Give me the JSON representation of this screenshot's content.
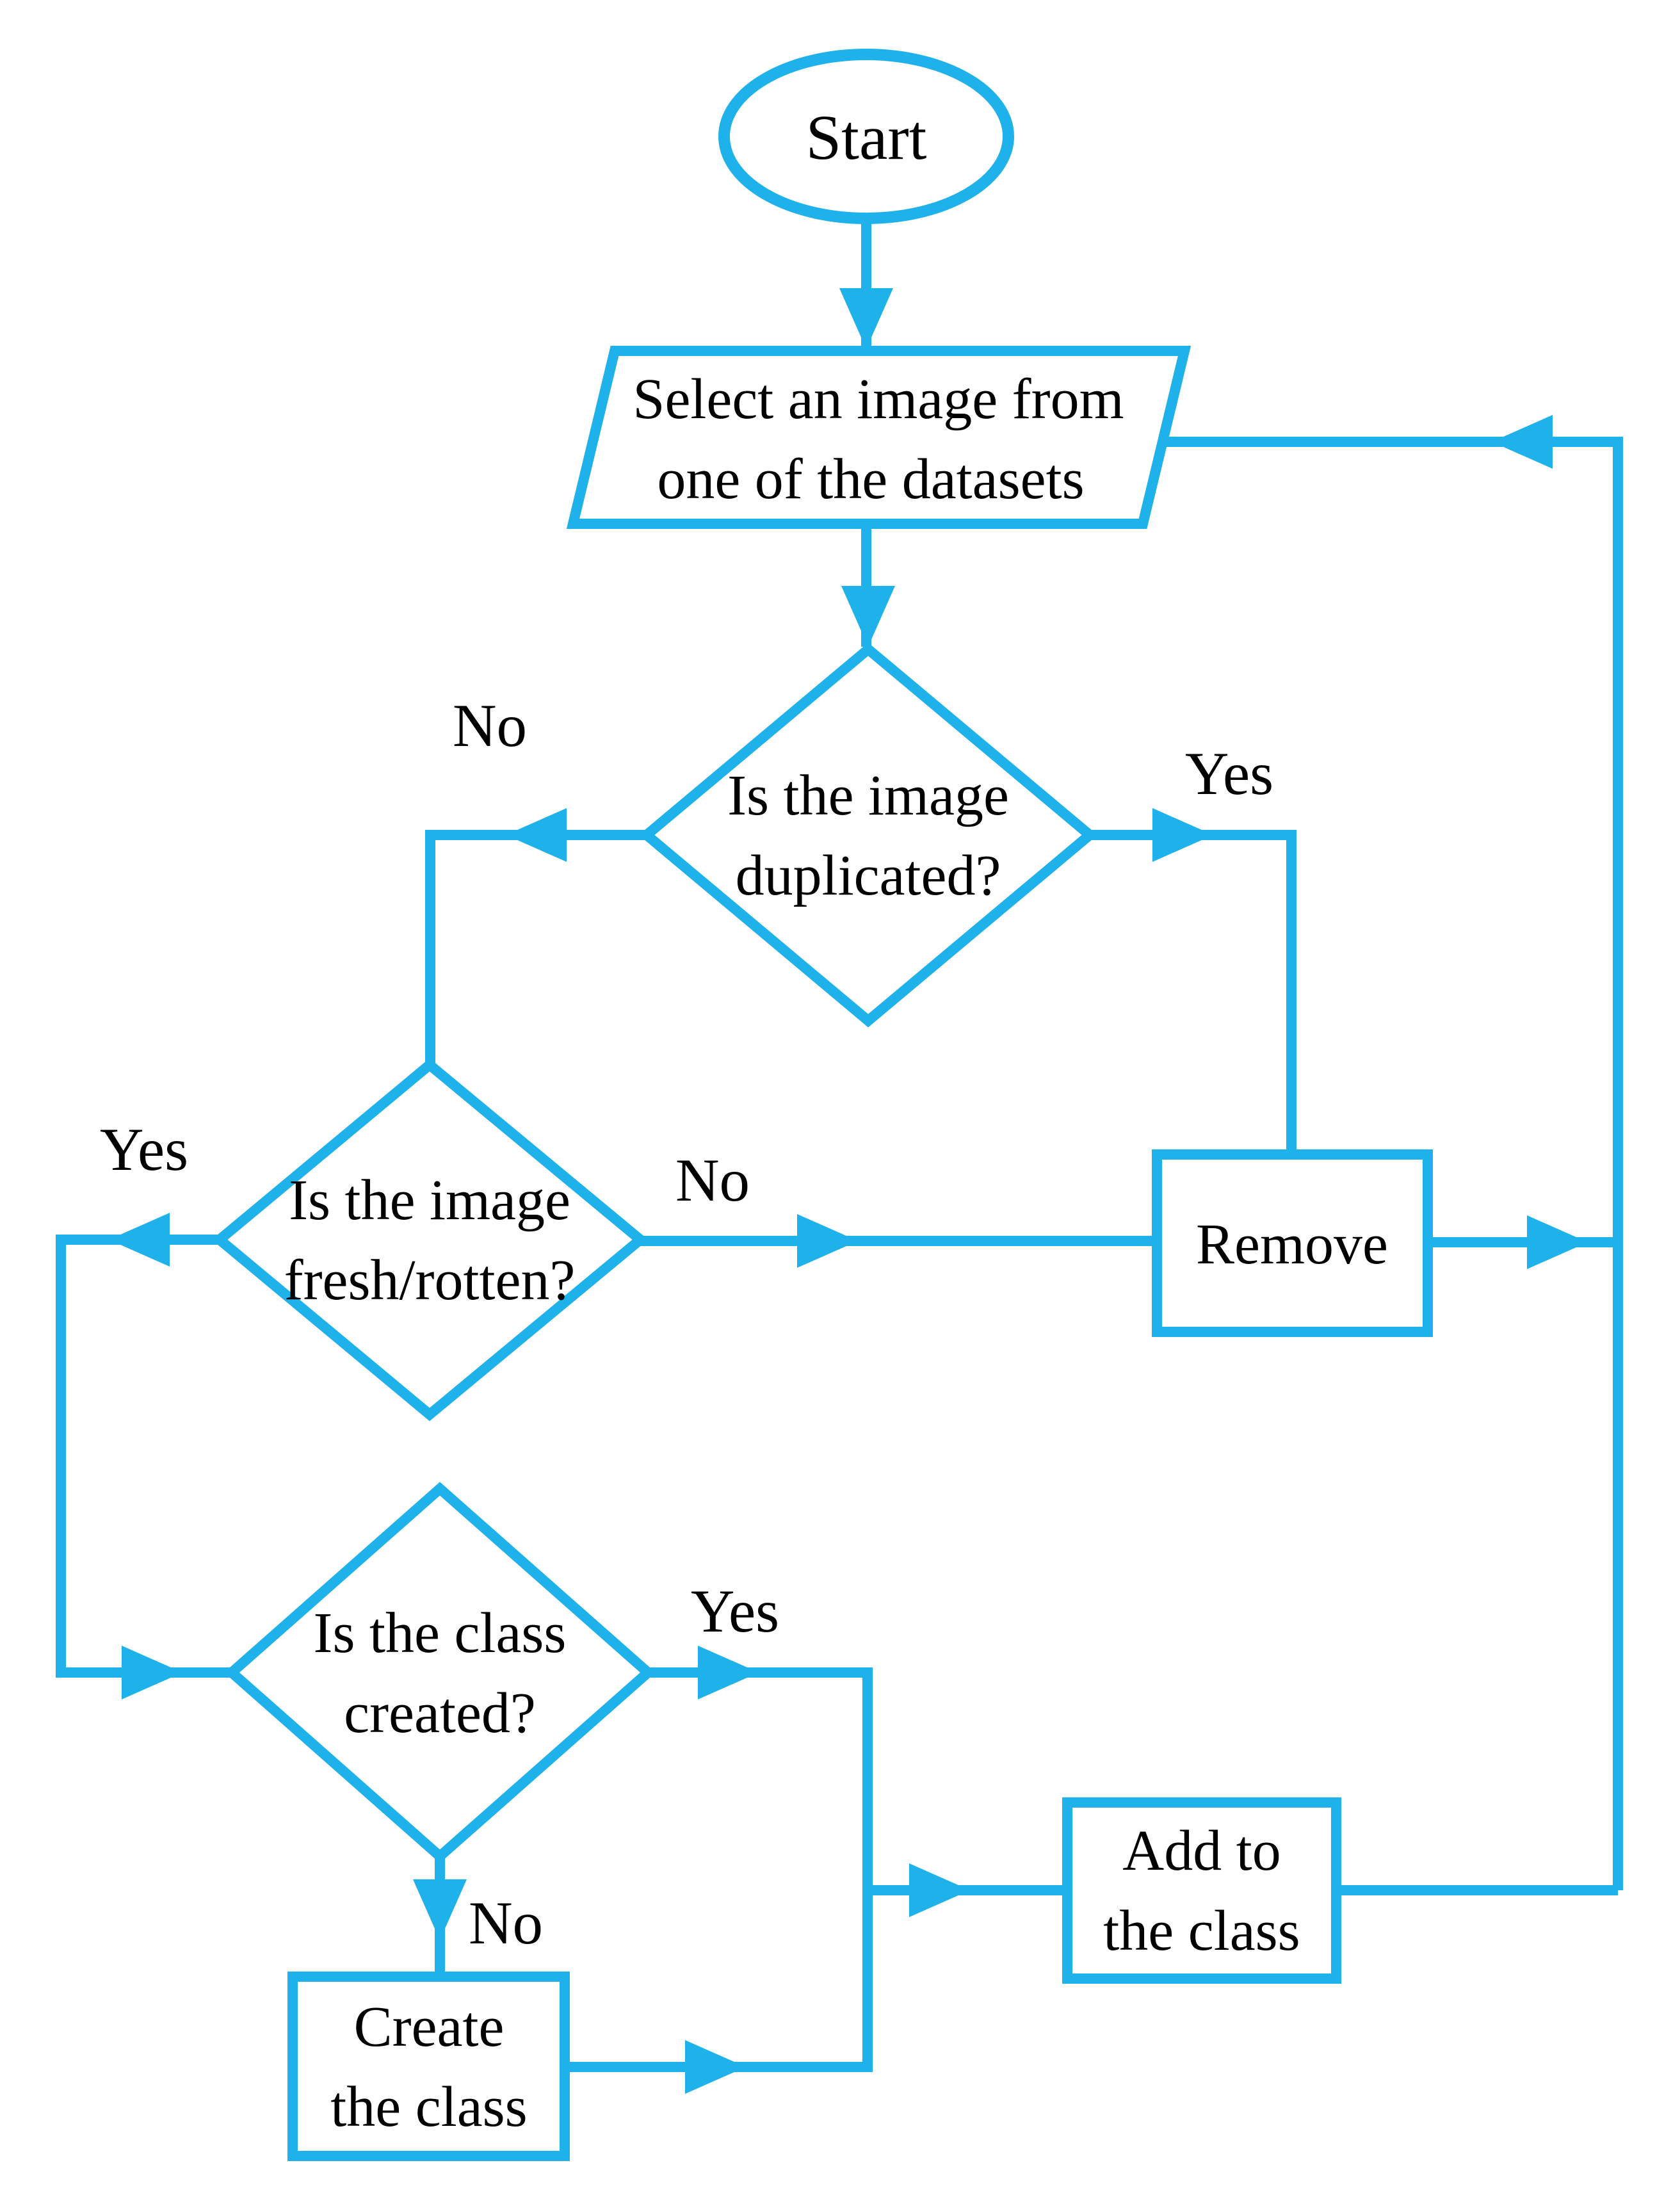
{
  "diagram_title": "Dataset image curation flowchart",
  "colors": {
    "line": "#1fb2ea",
    "text": "#000000",
    "background": "#ffffff"
  },
  "nodes": {
    "start": {
      "label": "Start"
    },
    "select_image": {
      "line1": "Select an image from",
      "line2": "one of the datasets"
    },
    "is_duplicated": {
      "line1": "Is the image",
      "line2": "duplicated?"
    },
    "is_fresh_rotten": {
      "line1": "Is the image",
      "line2": "fresh/rotten?"
    },
    "remove": {
      "label": "Remove"
    },
    "is_class_created": {
      "line1": "Is the class",
      "line2": "created?"
    },
    "add_to_class": {
      "line1": "Add to",
      "line2": "the class"
    },
    "create_class": {
      "line1": "Create",
      "line2": "the class"
    }
  },
  "edge_labels": {
    "duplicated_no": "No",
    "duplicated_yes": "Yes",
    "fresh_yes": "Yes",
    "fresh_no": "No",
    "class_yes": "Yes",
    "class_no": "No"
  }
}
